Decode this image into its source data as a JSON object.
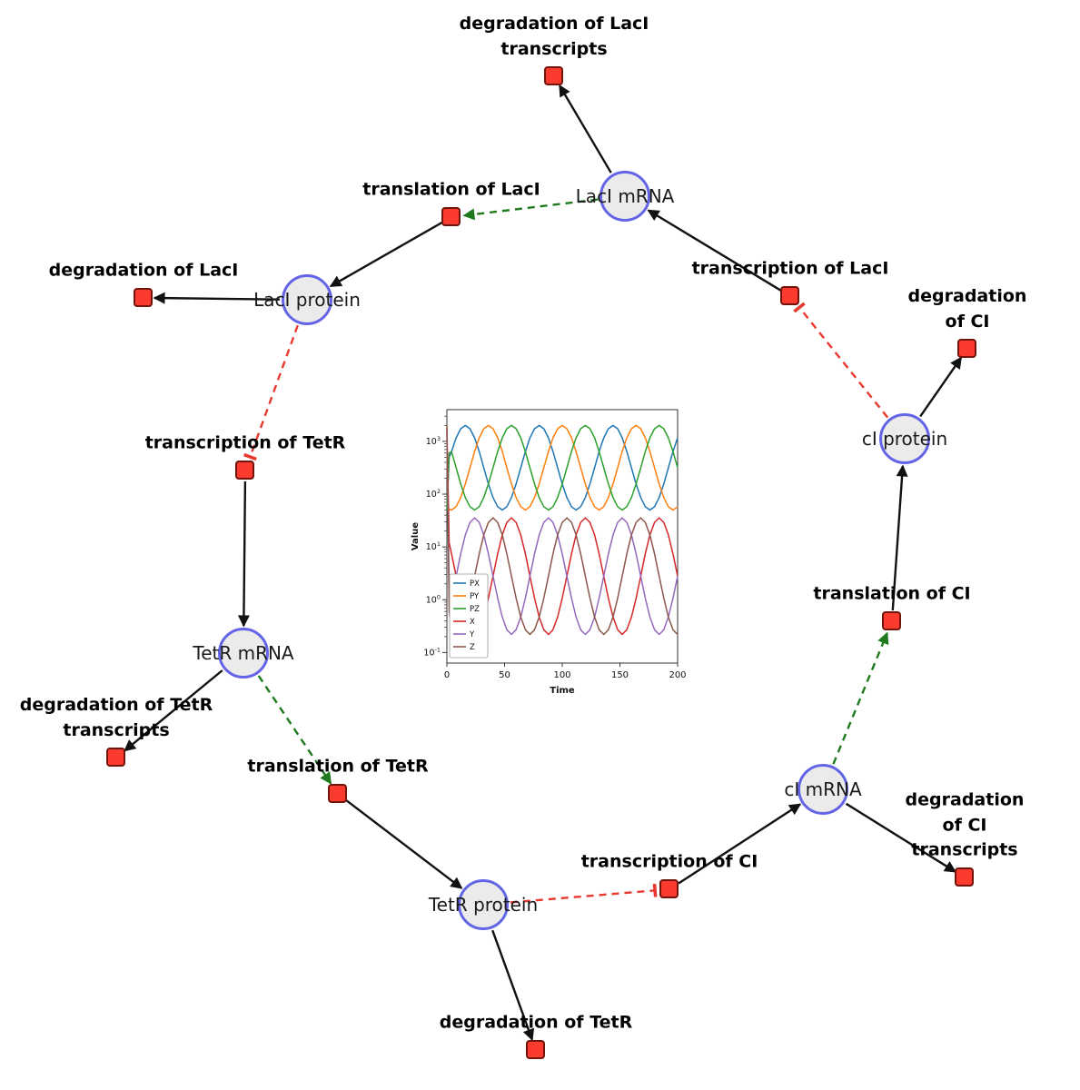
{
  "diagram": {
    "species": [
      {
        "id": "laci-mrna",
        "label": "LacI mRNA"
      },
      {
        "id": "laci-protein",
        "label": "LacI protein"
      },
      {
        "id": "tetr-mrna",
        "label": "TetR mRNA"
      },
      {
        "id": "tetr-protein",
        "label": "TetR protein"
      },
      {
        "id": "ci-mrna",
        "label": "cI mRNA"
      },
      {
        "id": "ci-protein",
        "label": "cI protein"
      }
    ],
    "reactions": [
      {
        "id": "degradation-laci-transcripts",
        "label": "degradation of LacI\ntranscripts"
      },
      {
        "id": "translation-laci",
        "label": "translation of LacI"
      },
      {
        "id": "degradation-laci",
        "label": "degradation of LacI"
      },
      {
        "id": "transcription-laci",
        "label": "transcription of LacI"
      },
      {
        "id": "degradation-ci",
        "label": "degradation of CI"
      },
      {
        "id": "transcription-tetr",
        "label": "transcription of TetR"
      },
      {
        "id": "translation-ci",
        "label": "translation of CI"
      },
      {
        "id": "degradation-tetr-transcripts",
        "label": "degradation of TetR\ntranscripts"
      },
      {
        "id": "translation-tetr",
        "label": "translation of TetR"
      },
      {
        "id": "transcription-ci",
        "label": "transcription of CI"
      },
      {
        "id": "degradation-ci-transcripts",
        "label": "degradation of CI\ntranscripts"
      },
      {
        "id": "degradation-tetr",
        "label": "degradation of TetR"
      }
    ],
    "edge_types": {
      "production": "solid black arrow",
      "consumption": "solid black arrow into reaction",
      "modifier": "dashed green arrow",
      "inhibition": "dashed red tee"
    },
    "colors": {
      "species_fill": "#ebebeb",
      "species_border": "#6464e6",
      "reaction_fill": "#fa3b2d",
      "reaction_border": "#70140c",
      "production_edge": "#111111",
      "modifier_edge": "#1f7a1f",
      "inhibition_edge": "#e8392f"
    }
  },
  "chart_data": {
    "type": "line",
    "xlabel": "Time",
    "ylabel": "Value",
    "xlim": [
      0,
      200
    ],
    "yscale": "log",
    "ylog_range": [
      -1.2,
      3.6
    ],
    "xticks": [
      0,
      50,
      100,
      150,
      200
    ],
    "ytick_exponents": [
      -1,
      0,
      1,
      2,
      3
    ],
    "legend_position": "left",
    "x": [
      0,
      2,
      4,
      8,
      12,
      16,
      20,
      24,
      28,
      32,
      36,
      40,
      44,
      48,
      52,
      56,
      60,
      64,
      68,
      72,
      76,
      80,
      84,
      88,
      92,
      96,
      100,
      104,
      108,
      112,
      116,
      120,
      124,
      128,
      132,
      136,
      140,
      144,
      148,
      152,
      156,
      160,
      164,
      168,
      172,
      176,
      180,
      184,
      188,
      192,
      196,
      200
    ],
    "series": [
      {
        "name": "PX",
        "color": "#1f77b4",
        "values": [
          50,
          500,
          640,
          1164,
          1734,
          1995,
          1734,
          1164,
          640,
          316,
          156,
          86,
          58,
          50,
          58,
          86,
          156,
          316,
          640,
          1164,
          1734,
          1995,
          1734,
          1164,
          640,
          316,
          156,
          86,
          58,
          50,
          58,
          86,
          156,
          316,
          640,
          1164,
          1734,
          1995,
          1734,
          1164,
          640,
          316,
          156,
          86,
          58,
          50,
          58,
          86,
          156,
          316,
          640,
          1164
        ]
      },
      {
        "name": "PY",
        "color": "#ff7f0e",
        "values": [
          50,
          52,
          50,
          58,
          86,
          156,
          316,
          640,
          1164,
          1734,
          1995,
          1734,
          1164,
          640,
          316,
          156,
          86,
          58,
          50,
          58,
          86,
          156,
          316,
          640,
          1164,
          1734,
          1995,
          1734,
          1164,
          640,
          316,
          156,
          86,
          58,
          50,
          58,
          86,
          156,
          316,
          640,
          1164,
          1734,
          1995,
          1734,
          1164,
          640,
          316,
          156,
          86,
          58,
          50,
          58
        ]
      },
      {
        "name": "PZ",
        "color": "#2ca02c",
        "values": [
          50,
          600,
          640,
          316,
          156,
          86,
          58,
          50,
          58,
          86,
          156,
          316,
          640,
          1164,
          1734,
          1995,
          1734,
          1164,
          640,
          316,
          156,
          86,
          58,
          50,
          58,
          86,
          156,
          316,
          640,
          1164,
          1734,
          1995,
          1734,
          1164,
          640,
          316,
          156,
          86,
          58,
          50,
          58,
          86,
          156,
          316,
          640,
          1164,
          1734,
          1995,
          1734,
          1164,
          640,
          316
        ]
      },
      {
        "name": "X",
        "color": "#d62728",
        "values": [
          1800,
          12,
          7.4,
          2.8,
          1.07,
          0.47,
          0.27,
          0.22,
          0.27,
          0.47,
          1.07,
          2.8,
          7.4,
          16.9,
          29.2,
          35.5,
          29.2,
          16.9,
          7.4,
          2.8,
          1.07,
          0.47,
          0.27,
          0.22,
          0.27,
          0.47,
          1.07,
          2.8,
          7.4,
          16.9,
          29.2,
          35.5,
          29.2,
          16.9,
          7.4,
          2.8,
          1.07,
          0.47,
          0.27,
          0.22,
          0.27,
          0.47,
          1.07,
          2.8,
          7.4,
          16.9,
          29.2,
          35.5,
          29.2,
          16.9,
          7.4,
          2.8
        ]
      },
      {
        "name": "Y",
        "color": "#9467bd",
        "values": [
          1500,
          1.5,
          1.07,
          2.8,
          7.4,
          16.9,
          29.2,
          35.5,
          29.2,
          16.9,
          7.4,
          2.8,
          1.07,
          0.47,
          0.27,
          0.22,
          0.27,
          0.47,
          1.07,
          2.8,
          7.4,
          16.9,
          29.2,
          35.5,
          29.2,
          16.9,
          7.4,
          2.8,
          1.07,
          0.47,
          0.27,
          0.22,
          0.27,
          0.47,
          1.07,
          2.8,
          7.4,
          16.9,
          29.2,
          35.5,
          29.2,
          16.9,
          7.4,
          2.8,
          1.07,
          0.47,
          0.27,
          0.22,
          0.27,
          0.47,
          1.07,
          2.8
        ]
      },
      {
        "name": "Z",
        "color": "#8c564b",
        "values": [
          2000,
          0.6,
          0.27,
          0.22,
          0.27,
          0.47,
          1.07,
          2.8,
          7.4,
          16.9,
          29.2,
          35.5,
          29.2,
          16.9,
          7.4,
          2.8,
          1.07,
          0.47,
          0.27,
          0.22,
          0.27,
          0.47,
          1.07,
          2.8,
          7.4,
          16.9,
          29.2,
          35.5,
          29.2,
          16.9,
          7.4,
          2.8,
          1.07,
          0.47,
          0.27,
          0.22,
          0.27,
          0.47,
          1.07,
          2.8,
          7.4,
          16.9,
          29.2,
          35.5,
          29.2,
          16.9,
          7.4,
          2.8,
          1.07,
          0.47,
          0.27,
          0.22
        ]
      }
    ]
  }
}
